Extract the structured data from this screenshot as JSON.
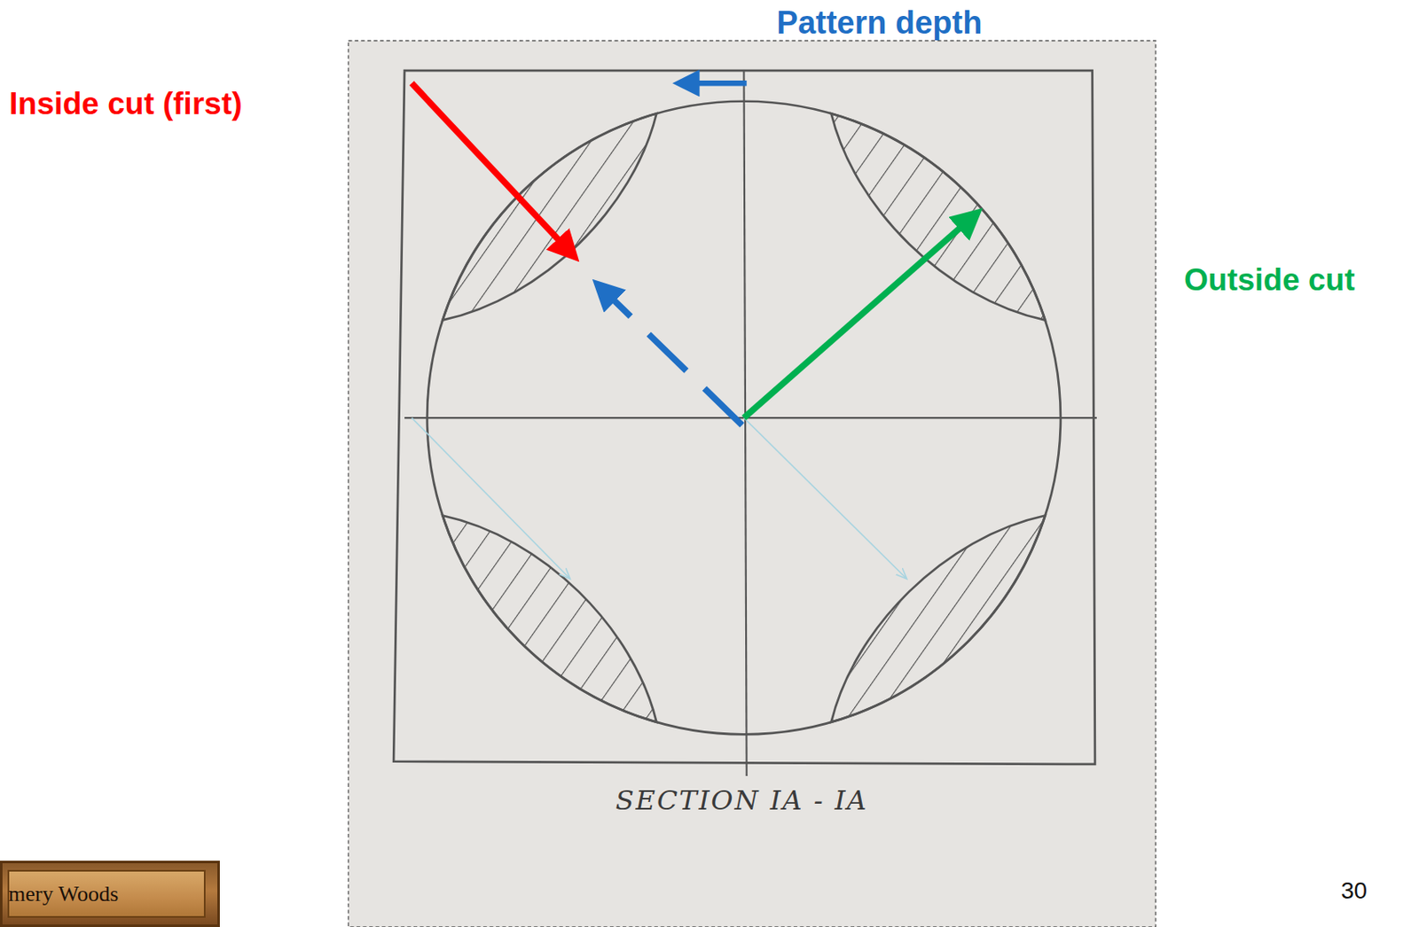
{
  "diagram": {
    "labels": [
      "Pattern depth",
      "Inside cut (first)",
      "Outside cut",
      "SECTION IA - IA",
      "30",
      "mery Woods"
    ]
  }
}
